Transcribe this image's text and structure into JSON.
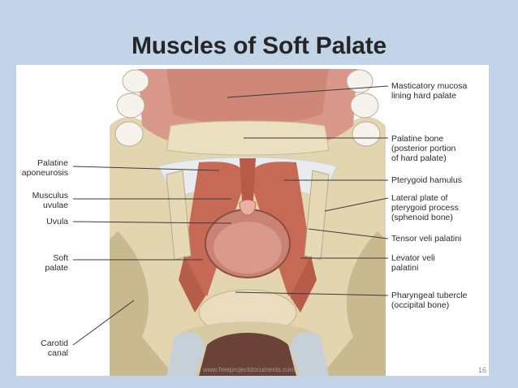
{
  "slide": {
    "title": "Muscles of Soft Palate",
    "page_number": "16",
    "footer_text": "www.freeprojectdocuments.com"
  },
  "labels": {
    "left": [
      {
        "name": "label-palatine-aponeurosis",
        "lines": [
          "Palatine",
          "aponeurosis"
        ]
      },
      {
        "name": "label-musculus-uvulae",
        "lines": [
          "Musculus",
          "uvulae"
        ]
      },
      {
        "name": "label-uvula",
        "lines": [
          "Uvula"
        ]
      },
      {
        "name": "label-soft-palate",
        "lines": [
          "Soft",
          "palate"
        ]
      },
      {
        "name": "label-carotid-canal",
        "lines": [
          "Carotid",
          "canal"
        ]
      }
    ],
    "right": [
      {
        "name": "label-masticatory-mucosa",
        "lines": [
          "Masticatory mucosa",
          "lining hard palate"
        ]
      },
      {
        "name": "label-palatine-bone",
        "lines": [
          "Palatine bone",
          "(posterior portion",
          "of hard palate)"
        ]
      },
      {
        "name": "label-pterygoid-hamulus",
        "lines": [
          "Pterygoid hamulus"
        ]
      },
      {
        "name": "label-lateral-plate",
        "lines": [
          "Lateral plate of",
          "pterygoid process",
          "(sphenoid bone)"
        ]
      },
      {
        "name": "label-tensor-veli-palatini",
        "lines": [
          "Tensor veli palatini"
        ]
      },
      {
        "name": "label-levator-veli-palatini",
        "lines": [
          "Levator veli",
          "palatini"
        ]
      },
      {
        "name": "label-pharyngeal-tubercle",
        "lines": [
          "Pharyngeal tubercle",
          "(occipital bone)"
        ]
      }
    ]
  },
  "colors": {
    "background": "#c3d3e8",
    "bone": "#e3d6b4",
    "muscle": "#c76a55",
    "mucosa": "#e0a090",
    "aponeurosis": "#e9ecef",
    "opening": "#c98273"
  }
}
